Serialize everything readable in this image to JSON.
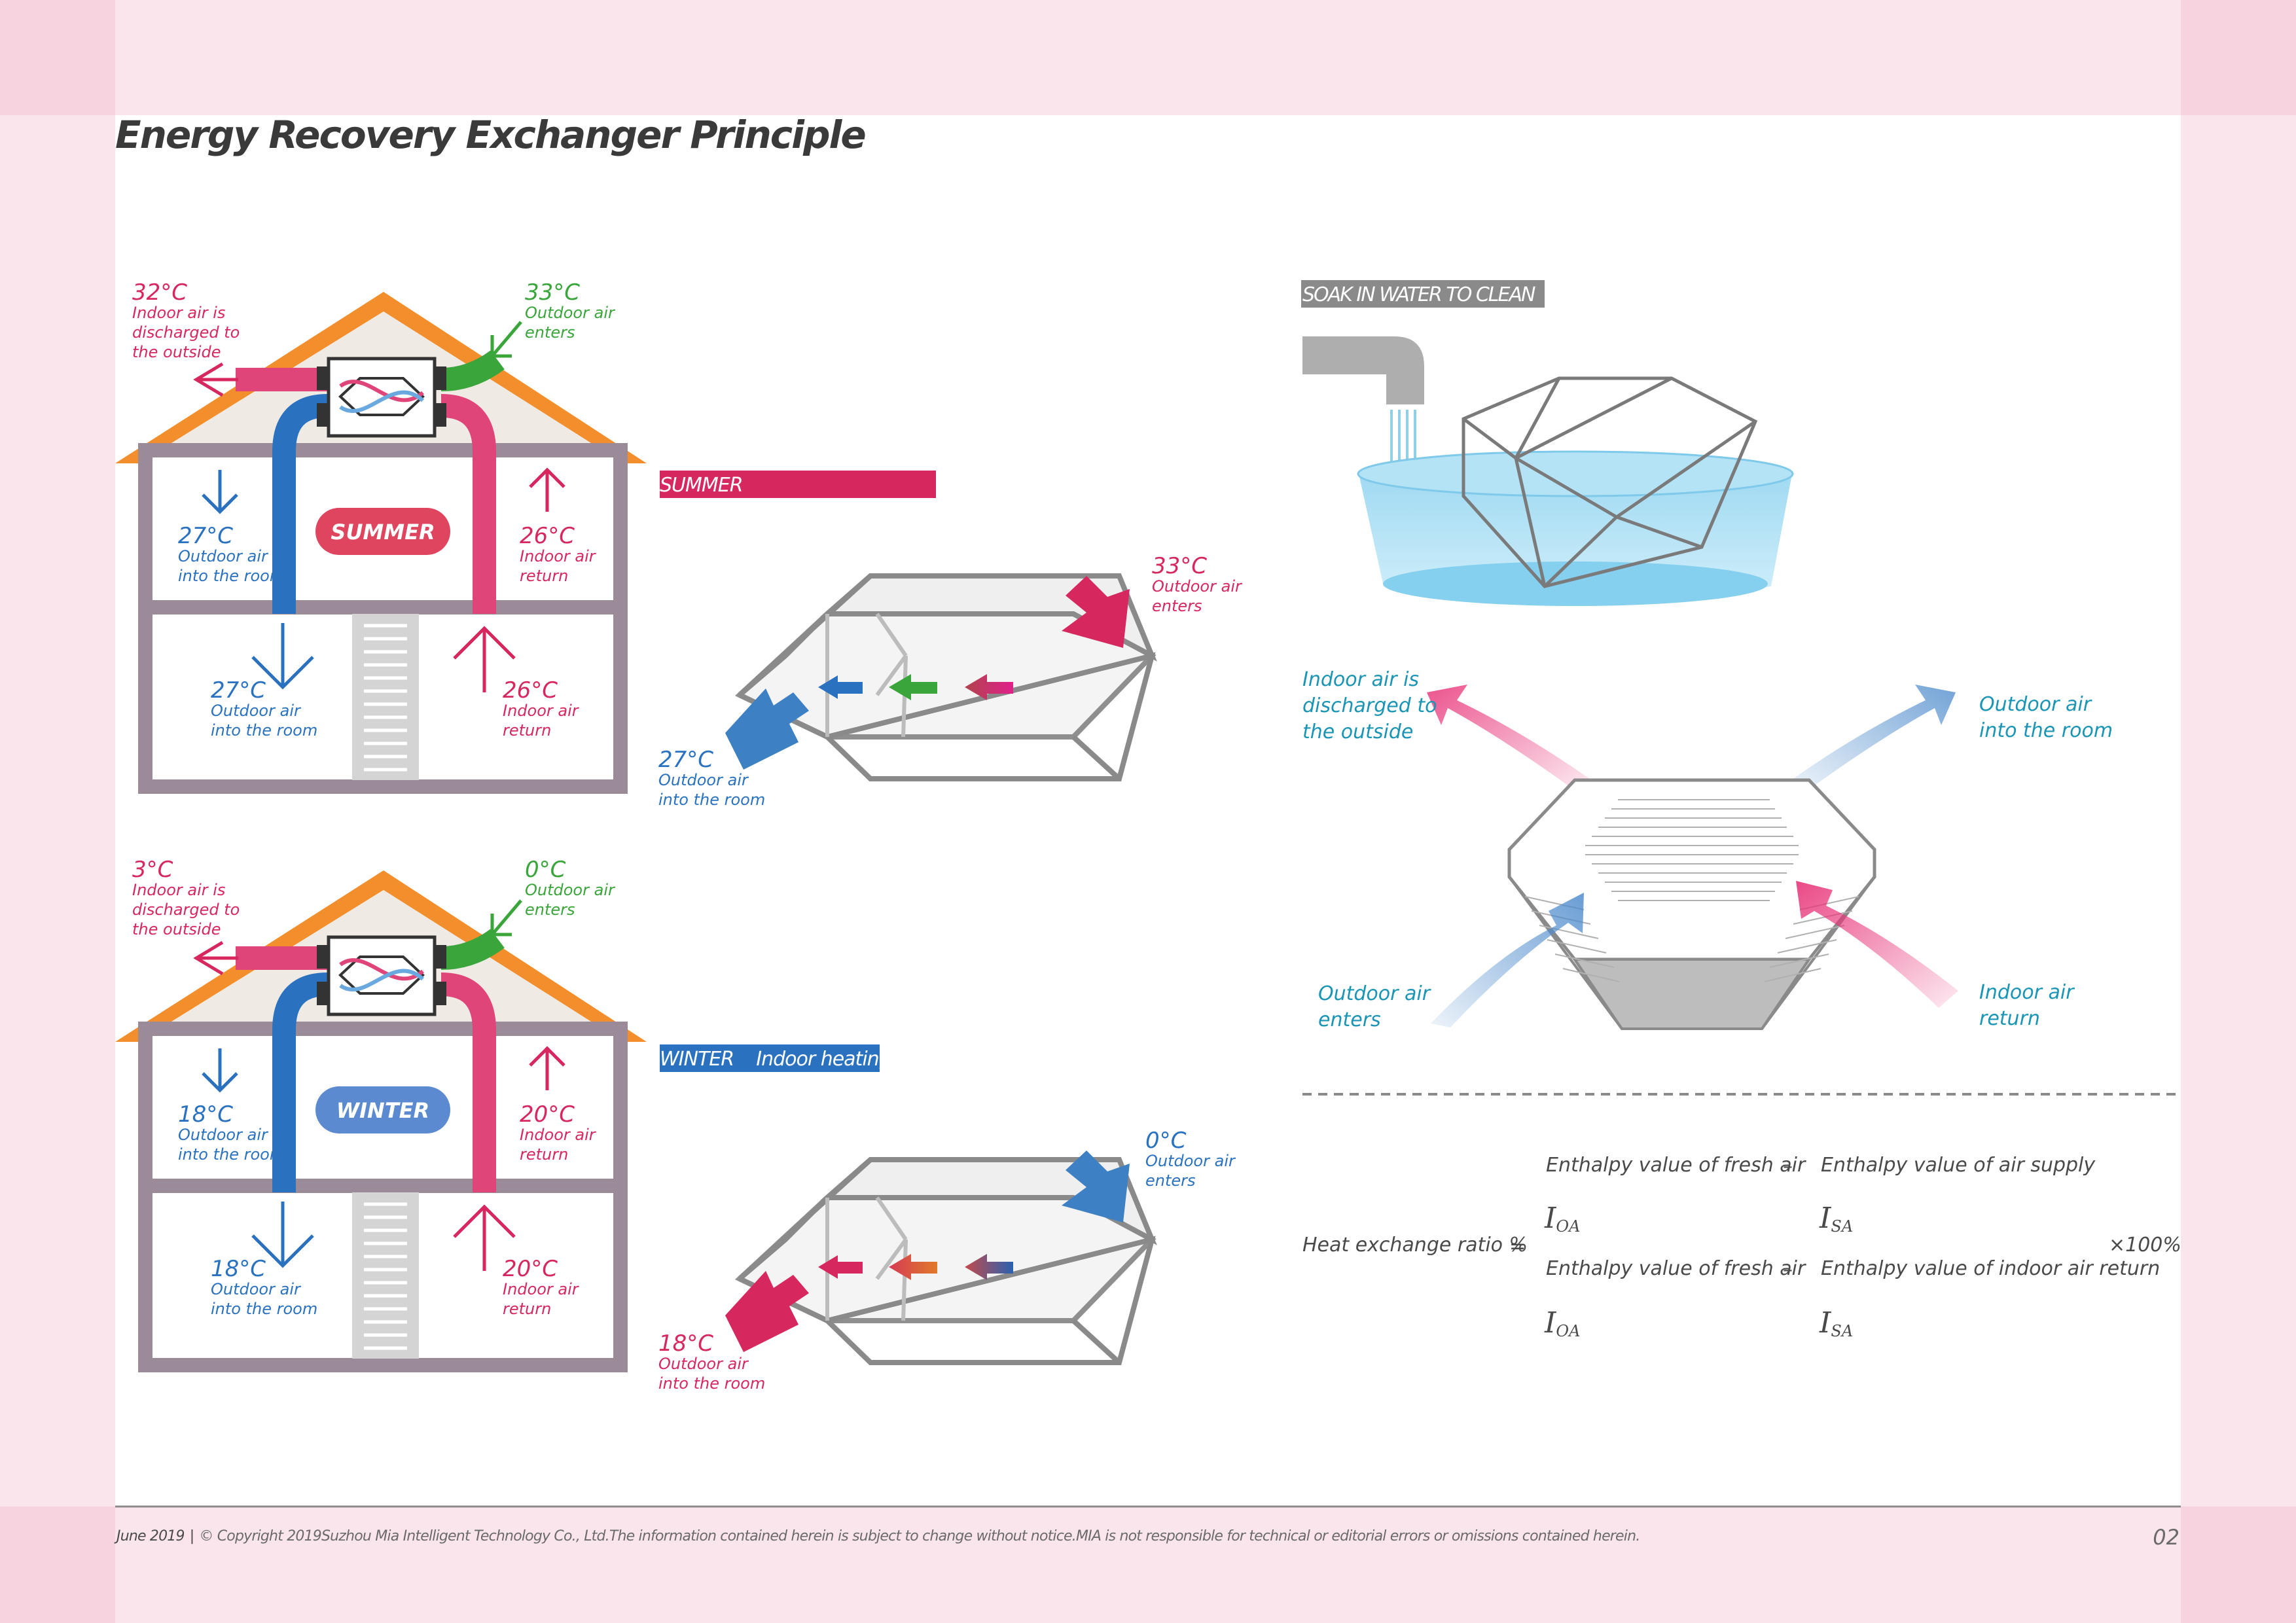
{
  "title": "Energy Recovery Exchanger Principle",
  "summer": {
    "badge": "SUMMER",
    "banner": "SUMMER",
    "roof_left": {
      "temp": "32",
      "lines": [
        "Indoor air is",
        "discharged to",
        "the outside"
      ]
    },
    "roof_right": {
      "temp": "33",
      "lines": [
        "Outdoor air",
        "enters"
      ]
    },
    "floor1_left": {
      "temp": "27",
      "lines": [
        "Outdoor air",
        "into the room"
      ]
    },
    "floor1_right": {
      "temp": "26",
      "lines": [
        "Indoor air",
        "return"
      ]
    },
    "floor2_left": {
      "temp": "27",
      "lines": [
        "Outdoor air",
        "into the room"
      ]
    },
    "floor2_right": {
      "temp": "26",
      "lines": [
        "Indoor air",
        "return"
      ]
    },
    "core_in": {
      "temp": "33",
      "lines": [
        "Outdoor air",
        "enters"
      ]
    },
    "core_out": {
      "temp": "27",
      "lines": [
        "Outdoor air",
        "into the room"
      ]
    }
  },
  "winter": {
    "badge": "WINTER",
    "banner": "WINTER    Indoor heating",
    "roof_left": {
      "temp": "3",
      "lines": [
        "Indoor air is",
        "discharged to",
        "the outside"
      ]
    },
    "roof_right": {
      "temp": "0",
      "lines": [
        "Outdoor air",
        "enters"
      ]
    },
    "floor1_left": {
      "temp": "18",
      "lines": [
        "Outdoor air",
        "into the room"
      ]
    },
    "floor1_right": {
      "temp": "20",
      "lines": [
        "Indoor air",
        "return"
      ]
    },
    "floor2_left": {
      "temp": "18",
      "lines": [
        "Outdoor air",
        "into the room"
      ]
    },
    "floor2_right": {
      "temp": "20",
      "lines": [
        "Indoor air",
        "return"
      ]
    },
    "core_in": {
      "temp": "0",
      "lines": [
        "Outdoor air",
        "enters"
      ]
    },
    "core_out": {
      "temp": "18",
      "lines": [
        "Outdoor air",
        "into the room"
      ]
    }
  },
  "unit_symbol": "°C",
  "soak_label": "SOAK IN WATER TO CLEAN",
  "flows": {
    "top_left": [
      "Indoor air is",
      "discharged to",
      "the outside"
    ],
    "top_right": [
      "Outdoor air",
      "into the room"
    ],
    "bottom_left": [
      "Outdoor air",
      "enters"
    ],
    "bottom_right": [
      "Indoor air",
      "return"
    ]
  },
  "formula": {
    "lhs": "Heat exchange ratio %",
    "equals": "=",
    "num_left": "Enthalpy value of fresh air",
    "num_minus": "–",
    "num_right": "Enthalpy value of air supply",
    "num_sym_left": "OA",
    "num_sym_right": "SA",
    "den_left": "Enthalpy value of fresh air",
    "den_minus": "–",
    "den_right": "Enthalpy value of indoor air return",
    "den_sym_left": "OA",
    "den_sym_right": "SA",
    "sym_letter": "I",
    "multiplier": "×100%"
  },
  "footer": {
    "date": "June 2019",
    "separator": "|",
    "copyright": "© Copyright 2019Suzhou Mia Intelligent Technology Co., Ltd.The information contained herein is subject to change without notice.MIA is not responsible for technical or editorial errors or omissions contained herein.",
    "page": "02"
  },
  "colors": {
    "pink_frame": "#fbe5ec",
    "pink_corner": "#f7d3df",
    "red": "#d6285f",
    "blue": "#2a72c0",
    "green": "#3aa53a",
    "cyan": "#1a95b5",
    "orange": "#f28e2b",
    "house_wall": "#9b8a98",
    "gray": "#8a8a8a"
  }
}
